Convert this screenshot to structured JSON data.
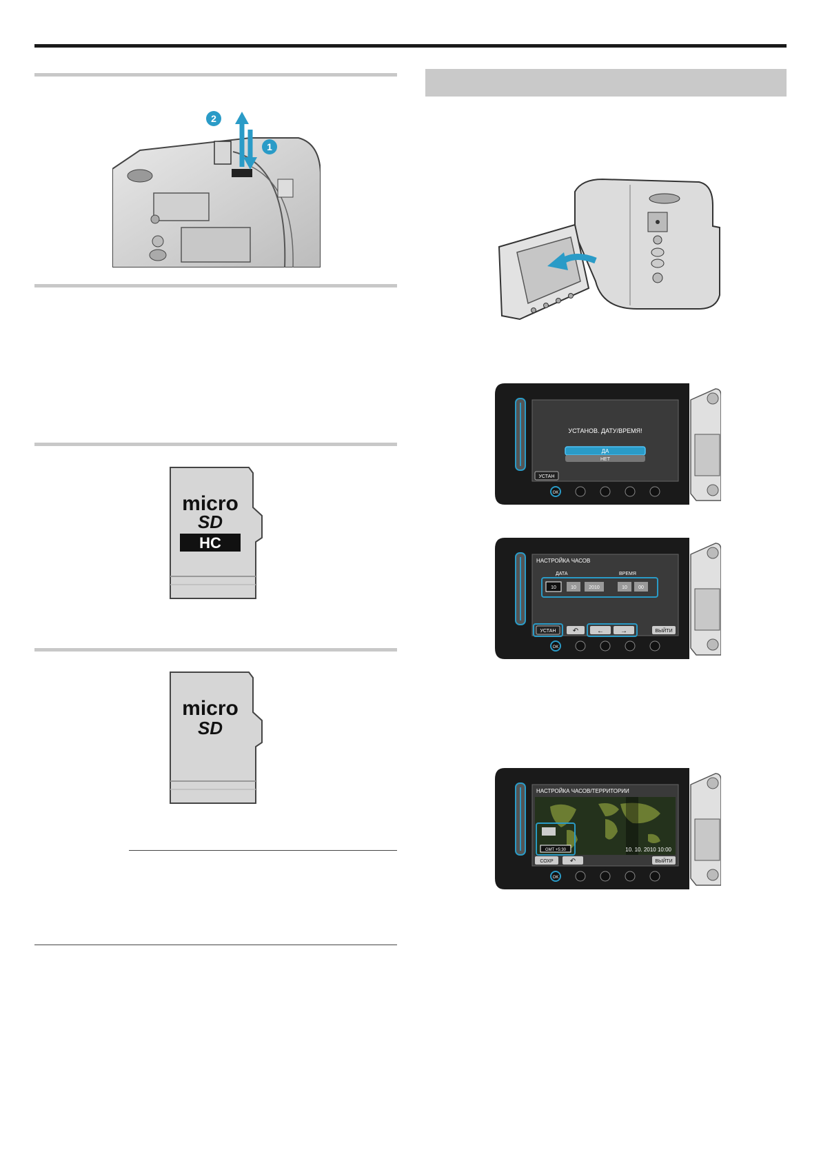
{
  "screen1": {
    "message": "УСТАНОВ. ДАТУ/ВРЕМЯ!",
    "option_yes": "ДА",
    "option_no": "НЕТ",
    "set_button": "УСТАН"
  },
  "screen2": {
    "title": "НАСТРОЙКА ЧАСОВ",
    "date_label": "ДАТА",
    "time_label": "ВРЕМЯ",
    "date_fields": [
      "10",
      "10",
      "2010"
    ],
    "time_fields": [
      "10",
      "00"
    ],
    "set_button": "УСТАН",
    "back_symbol": "↶",
    "left_arrow": "←",
    "right_arrow": "→",
    "exit_button": "ВЫЙТИ"
  },
  "screen3": {
    "title": "НАСТРОЙКА ЧАСОВ/ТЕРРИТОРИИ",
    "zone": "GMT +5:30",
    "datetime": "10. 10. 2010   10:00",
    "save_button": "СОХР",
    "back_symbol": "↶",
    "exit_button": "ВЫЙТИ"
  },
  "camera": {
    "ok_label": "OK"
  },
  "card_badges": {
    "micro_top": "micro",
    "micro_bottom": "SD",
    "hc": "HC",
    "callout_1": "1",
    "callout_2": "2"
  }
}
